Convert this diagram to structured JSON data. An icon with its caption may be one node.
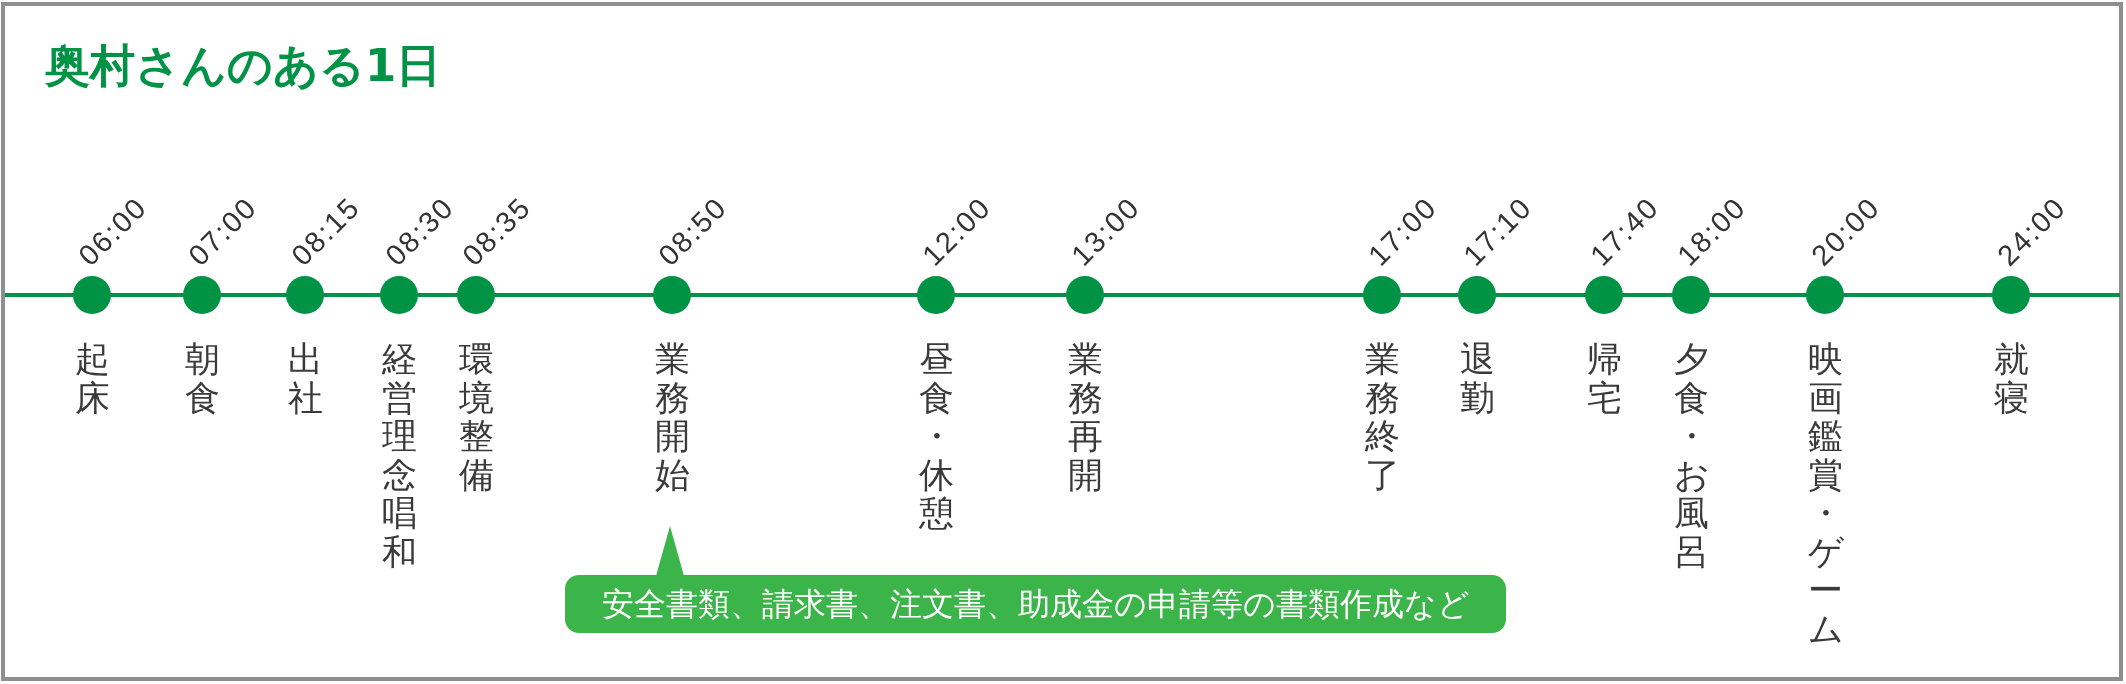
{
  "diagram": {
    "title": "奥村さんのある1日",
    "nodes": [
      {
        "text": [],
        "shape": "circle",
        "beside": [
          "06:00",
          "起床"
        ]
      },
      {
        "text": [],
        "shape": "circle",
        "beside": [
          "07:00",
          "朝食"
        ]
      },
      {
        "text": [],
        "shape": "circle",
        "beside": [
          "08:15",
          "出社"
        ]
      },
      {
        "text": [],
        "shape": "circle",
        "beside": [
          "08:30",
          "経営理念唱和"
        ]
      },
      {
        "text": [],
        "shape": "circle",
        "beside": [
          "08:35",
          "環境整備"
        ]
      },
      {
        "text": [],
        "shape": "circle",
        "beside": [
          "08:50",
          "業務開始"
        ]
      },
      {
        "text": [],
        "shape": "circle",
        "beside": [
          "12:00",
          "昼食・休憩"
        ]
      },
      {
        "text": [],
        "shape": "circle",
        "beside": [
          "13:00",
          "業務再開"
        ]
      },
      {
        "text": [],
        "shape": "circle",
        "beside": [
          "17:00",
          "業務終了"
        ]
      },
      {
        "text": [],
        "shape": "circle",
        "beside": [
          "17:10",
          "退勤"
        ]
      },
      {
        "text": [],
        "shape": "circle",
        "beside": [
          "17:40",
          "帰宅"
        ]
      },
      {
        "text": [],
        "shape": "circle",
        "beside": [
          "18:00",
          "夕食・お風呂"
        ]
      },
      {
        "text": [],
        "shape": "circle",
        "beside": [
          "20:00",
          "映画鑑賞・ゲーム"
        ]
      },
      {
        "text": [],
        "shape": "circle",
        "beside": [
          "24:00",
          "就寝"
        ]
      },
      {
        "text": [
          "安全書類、請求書、注文書、助成金の申請等の書類作成など"
        ]
      }
    ]
  }
}
